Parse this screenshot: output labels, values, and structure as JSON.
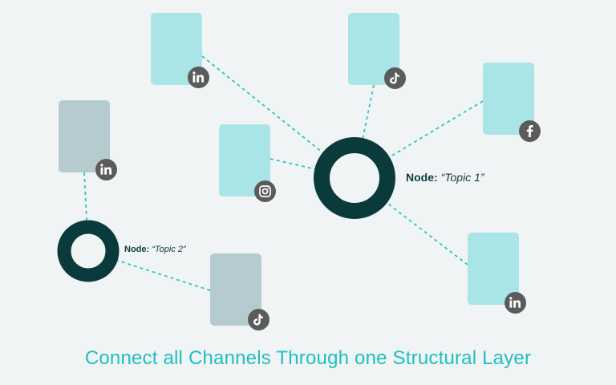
{
  "caption": "Connect all Channels Through one Structural Layer",
  "colors": {
    "background": "#f1f4f5",
    "card_primary": "#a9e5e6",
    "card_secondary": "#b5cbcf",
    "node_ring": "#0a3a3c",
    "connector": "#2ec3c5",
    "badge": "#5b5b5b",
    "caption": "#1fbfc0",
    "label": "#0f3b3d"
  },
  "nodes": [
    {
      "id": "topic1",
      "key": "Node:",
      "value": "“Topic 1”"
    },
    {
      "id": "topic2",
      "key": "Node:",
      "value": "“Topic 2”"
    }
  ],
  "channels": [
    {
      "id": "c1",
      "icon": "linkedin-icon",
      "node": "topic1",
      "style": "primary"
    },
    {
      "id": "c2",
      "icon": "tiktok-icon",
      "node": "topic1",
      "style": "primary"
    },
    {
      "id": "c3",
      "icon": "facebook-icon",
      "node": "topic1",
      "style": "primary"
    },
    {
      "id": "c4",
      "icon": "instagram-icon",
      "node": "topic1",
      "style": "primary"
    },
    {
      "id": "c5",
      "icon": "linkedin-icon",
      "node": "topic1",
      "style": "primary"
    },
    {
      "id": "c6",
      "icon": "linkedin-icon",
      "node": "topic2",
      "style": "secondary"
    },
    {
      "id": "c7",
      "icon": "tiktok-icon",
      "node": "topic2",
      "style": "secondary"
    }
  ]
}
